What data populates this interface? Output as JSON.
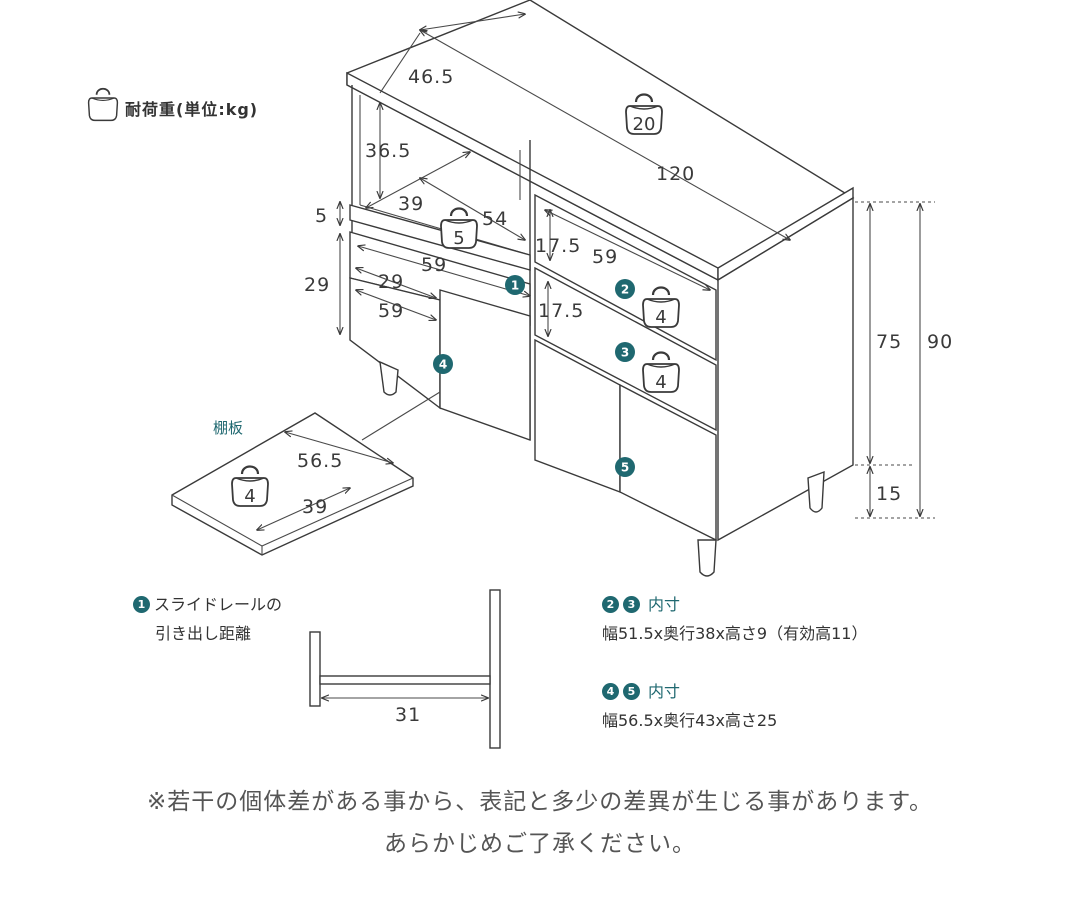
{
  "legend": {
    "label": "耐荷重(単位:kg)"
  },
  "shelf": {
    "label": "棚板",
    "dims": [
      "56.5",
      "39"
    ],
    "load": "4"
  },
  "dimensions": {
    "top_depth": "46.5",
    "width": "120",
    "open_height": "36.5",
    "tray_depth": "39",
    "tray_width": "54",
    "tray_height": "5",
    "left_height": "29",
    "left_inner_depth": "29",
    "left_width_a": "59",
    "left_width_b": "59",
    "right_drawer_h1": "17.5",
    "right_drawer_w": "59",
    "right_drawer_h2": "17.5",
    "body_height": "75",
    "total_height": "90",
    "leg_height": "15"
  },
  "loads": {
    "top": "20",
    "tray": "5",
    "drawer2": "4",
    "drawer3": "4"
  },
  "badges": [
    "1",
    "2",
    "3",
    "4",
    "5"
  ],
  "rail": {
    "badge": "1",
    "line1": "スライドレールの",
    "line2": "引き出し距離",
    "value": "31"
  },
  "inner23": {
    "badges": [
      "2",
      "3"
    ],
    "title": "内寸",
    "text": "幅51.5x奥行38x高さ9（有効高11）"
  },
  "inner45": {
    "badges": [
      "4",
      "5"
    ],
    "title": "内寸",
    "text": "幅56.5x奥行43x高さ25"
  },
  "footer": {
    "line1": "※若干の個体差がある事から、表記と多少の差異が生じる事があります。",
    "line2": "あらかじめご了承ください。"
  },
  "colors": {
    "accent": "#1f6870",
    "line": "#3a3a3a"
  }
}
